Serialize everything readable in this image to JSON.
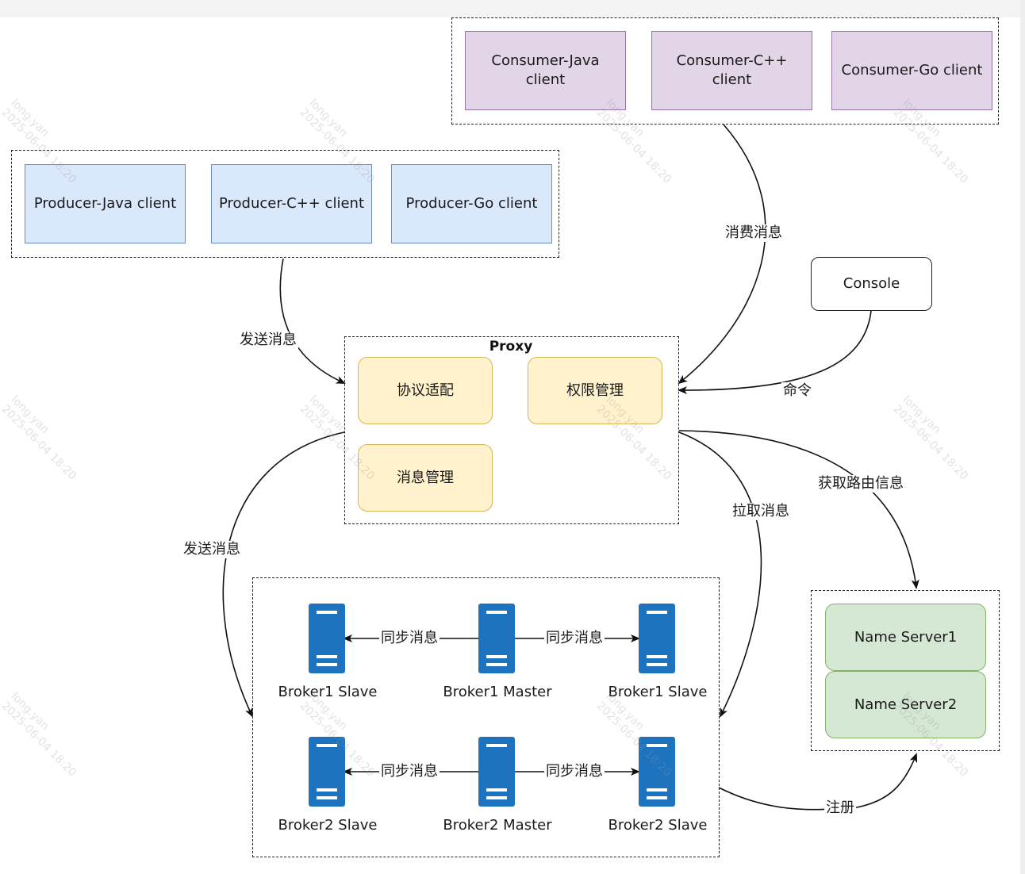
{
  "consumers": {
    "java": "Consumer-Java client",
    "cpp": "Consumer-C++ client",
    "go": "Consumer-Go client"
  },
  "producers": {
    "java": "Producer-Java client",
    "cpp": "Producer-C++ client",
    "go": "Producer-Go client"
  },
  "console": "Console",
  "proxy": {
    "title": "Proxy",
    "protocol_adapter": "协议适配",
    "permission_mgmt": "权限管理",
    "message_mgmt": "消息管理"
  },
  "name_servers": [
    "Name Server1",
    "Name Server2"
  ],
  "brokers": {
    "row1": [
      "Broker1 Slave",
      "Broker1 Master",
      "Broker1 Slave"
    ],
    "row2": [
      "Broker2 Slave",
      "Broker2 Master",
      "Broker2 Slave"
    ]
  },
  "edges": {
    "consume": "消费消息",
    "send_to_proxy": "发送消息",
    "command": "命令",
    "send_to_broker": "发送消息",
    "pull": "拉取消息",
    "route_info": "获取路由信息",
    "sync": "同步消息",
    "register": "注册"
  },
  "watermark": {
    "user": "long.yan",
    "timestamp": "2025-06-04 18:20"
  },
  "colors": {
    "consumer_fill": "#e1d5e7",
    "producer_fill": "#dae8fc",
    "proxy_module_fill": "#fff2cc",
    "name_server_fill": "#d5e8d4",
    "server_icon": "#1e73be"
  }
}
